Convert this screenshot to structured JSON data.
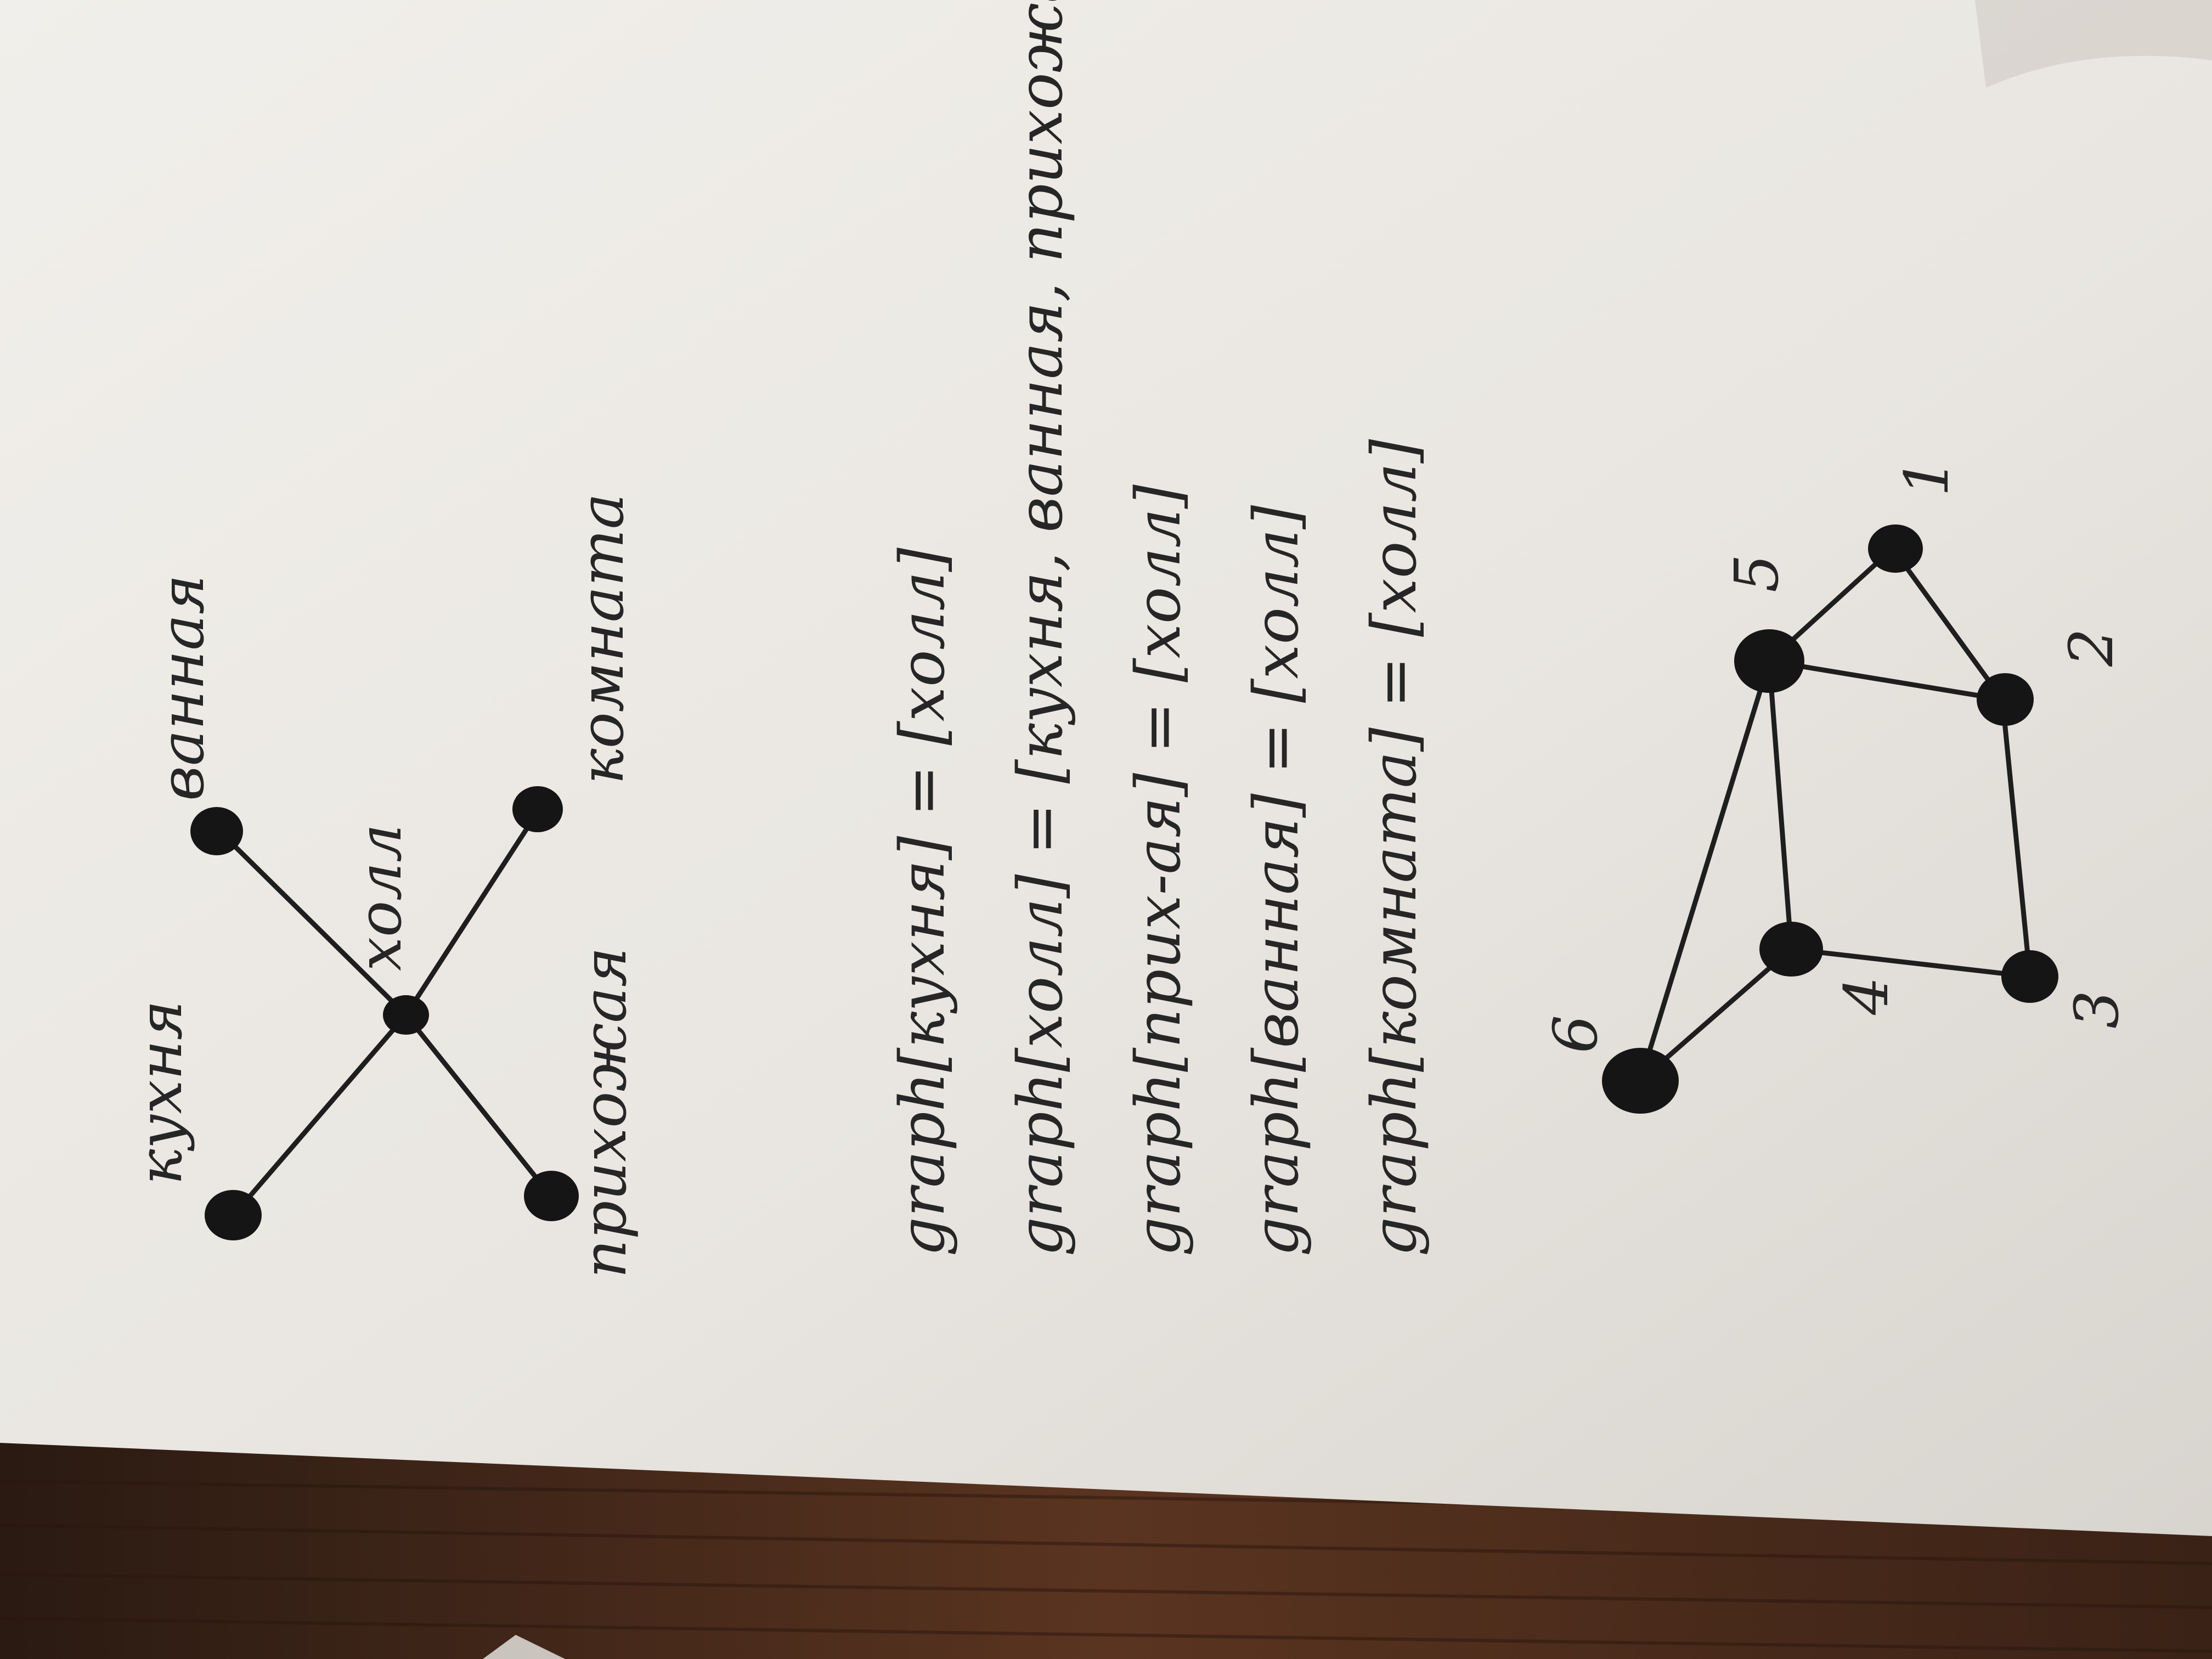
{
  "room_graph": {
    "nodes": [
      {
        "id": "kitchen",
        "label": "кухня"
      },
      {
        "id": "bathroom",
        "label": "ванная"
      },
      {
        "id": "hall",
        "label": "холл"
      },
      {
        "id": "hallway",
        "label": "прихожая"
      },
      {
        "id": "room",
        "label": "комната"
      }
    ],
    "edges": [
      [
        "hall",
        "kitchen"
      ],
      [
        "hall",
        "bathroom"
      ],
      [
        "hall",
        "hallway"
      ],
      [
        "hall",
        "room"
      ]
    ]
  },
  "code_lines": [
    "graph[кухня] = [холл]",
    "graph[холл] = [кухня, ванная, прихожая, ...",
    "graph[прих-ая] = [холл]",
    "graph[ванная] = [холл]",
    "graph[комната] = [холл]"
  ],
  "numbered_graph": {
    "nodes": [
      {
        "id": "1",
        "label": "1"
      },
      {
        "id": "2",
        "label": "2"
      },
      {
        "id": "3",
        "label": "3"
      },
      {
        "id": "4",
        "label": "4"
      },
      {
        "id": "5",
        "label": "5"
      },
      {
        "id": "6",
        "label": "6"
      }
    ],
    "edges": [
      [
        "5",
        "1"
      ],
      [
        "1",
        "2"
      ],
      [
        "5",
        "2"
      ],
      [
        "2",
        "3"
      ],
      [
        "3",
        "4"
      ],
      [
        "4",
        "6"
      ],
      [
        "6",
        "5"
      ],
      [
        "5",
        "4"
      ]
    ]
  },
  "colors": {
    "paper": "#ece9e4",
    "ink": "#1e1e1e",
    "table": "#4a2c1c"
  }
}
